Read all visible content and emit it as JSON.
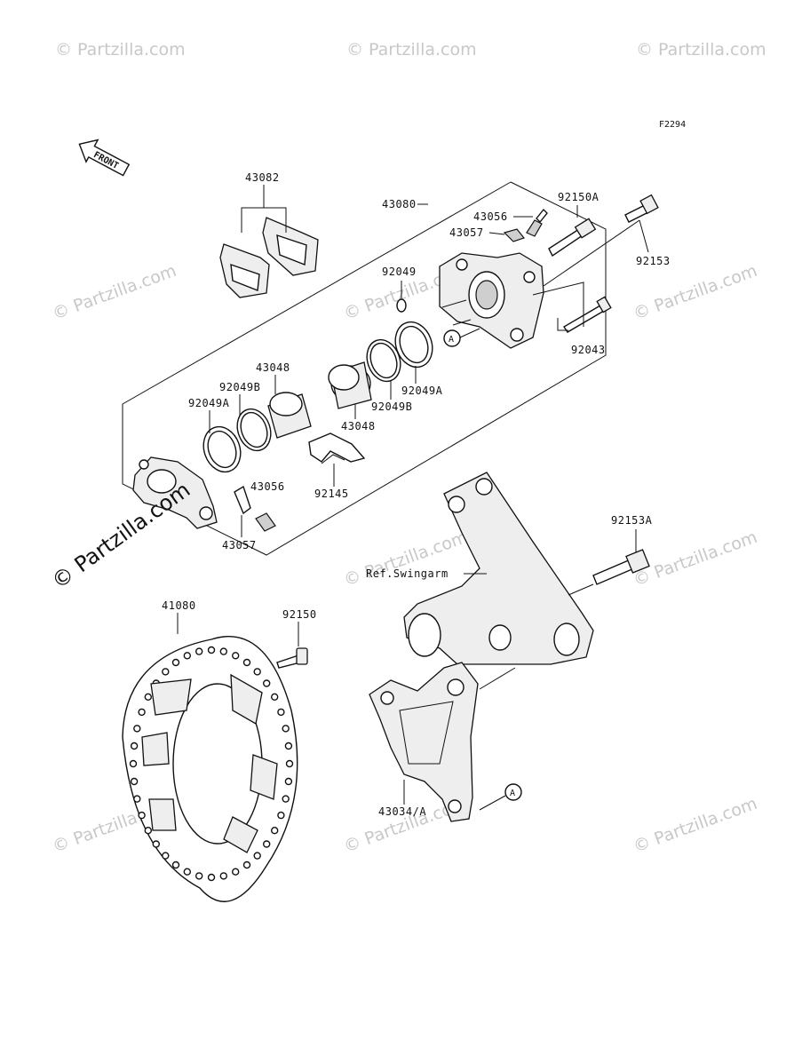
{
  "diagram": {
    "figure_code": "F2294",
    "front_label": "FRONT",
    "ref_label": "Ref.Swingarm",
    "brand_watermark": "© Partzilla.com",
    "faint_watermark": "© Partzilla.com",
    "callout_a": "A",
    "parts": {
      "p43082": "43082",
      "p43080": "43080",
      "p43056_top": "43056",
      "p43057_top": "43057",
      "p92150A": "92150A",
      "p92153": "92153",
      "p92049": "92049",
      "p92043": "92043",
      "p43048_top": "43048",
      "p92049B_left": "92049B",
      "p92049A_left": "92049A",
      "p43048_mid": "43048",
      "p92049B_right": "92049B",
      "p92049A_right": "92049A",
      "p92145": "92145",
      "p43056_bot": "43056",
      "p43057_bot": "43057",
      "p92153A": "92153A",
      "p41080": "41080",
      "p92150": "92150",
      "p43034A": "43034/A"
    }
  }
}
